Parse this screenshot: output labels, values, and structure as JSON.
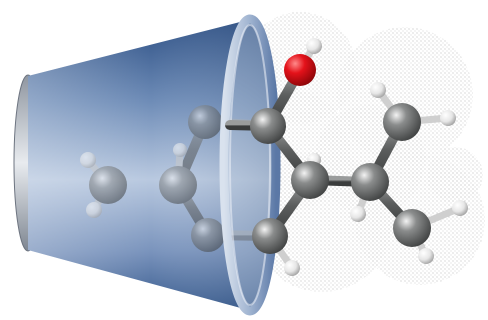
{
  "scene": {
    "subject": "host-guest-complex",
    "host": "cone-shaped-cavity",
    "guest": "ball-and-stick-molecule",
    "surface_style": "dotted-van-der-waals"
  },
  "colors": {
    "background": "#ffffff",
    "cone_dark": "#2c4f82",
    "cone_light": "#b9c9e0",
    "carbon": "#6e7070",
    "hydrogen": "#f4f4f4",
    "oxygen": "#d60f12",
    "dots": "#9a9a9a"
  }
}
